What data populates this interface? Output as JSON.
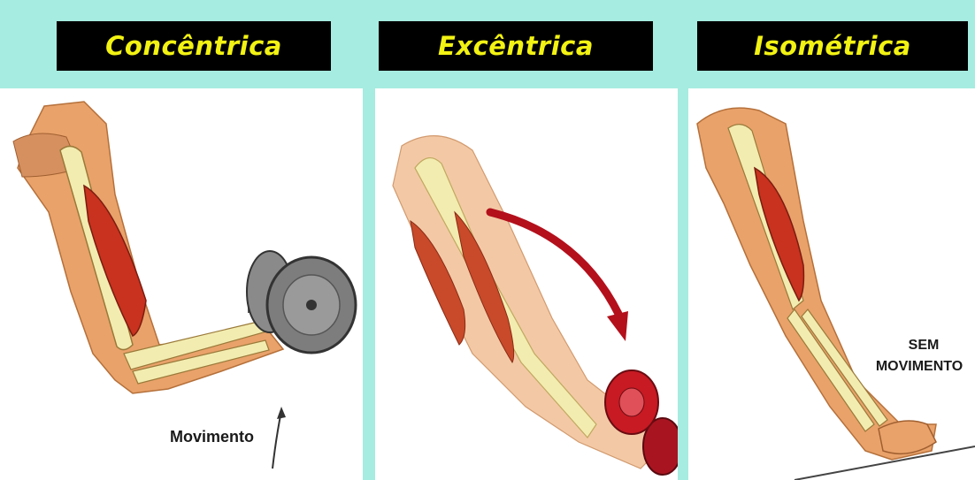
{
  "panels": [
    {
      "title": "Concêntrica",
      "annotation": "Movimento"
    },
    {
      "title": "Excêntrica"
    },
    {
      "title": "Isométrica",
      "annotation_line1": "SEM",
      "annotation_line2": "MOVIMENTO"
    }
  ],
  "colors": {
    "background_band": "#a6ece0",
    "title_box": "#000000",
    "title_text": "#f2f213",
    "skin": "#e9a26a",
    "muscle": "#c8321e",
    "bone": "#f3ecb0",
    "arrow": "#b3101c",
    "weight_gray": "#7d7d7d",
    "weight_red": "#c81a23"
  }
}
